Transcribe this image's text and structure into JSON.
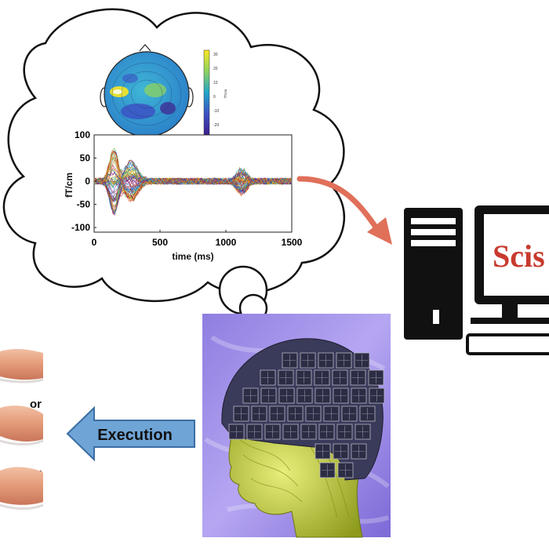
{
  "topomap": {
    "colorbar_ticks": [
      "20",
      "10",
      "0",
      "-10",
      "-20"
    ],
    "colorbar_top_tick": "30",
    "colorbar_unit": "fT/cm",
    "colors": [
      "#f9e721",
      "#8dd35f",
      "#21a5c9",
      "#3b52c4",
      "#3e1f8f"
    ]
  },
  "chart_data": {
    "type": "line",
    "xlabel": "time (ms)",
    "ylabel": "fT/cm",
    "xlim": [
      0,
      1500
    ],
    "ylim": [
      -110,
      100
    ],
    "xticks": [
      "0",
      "500",
      "1000",
      "1500"
    ],
    "yticks": [
      "100",
      "50",
      "0",
      "-50",
      "-100"
    ],
    "legend_text": "",
    "grid": false,
    "series_count": "many (multi-channel MEG traces)"
  },
  "computer": {
    "screen_text": "Scis",
    "screen_text_color": "#c83a2e"
  },
  "execution": {
    "label": "Execution",
    "arrow_color": "#6fa4d6"
  },
  "hand_options": {
    "or_1": "or",
    "or_2": "or"
  },
  "thought_arrow_color": "#e0705a"
}
